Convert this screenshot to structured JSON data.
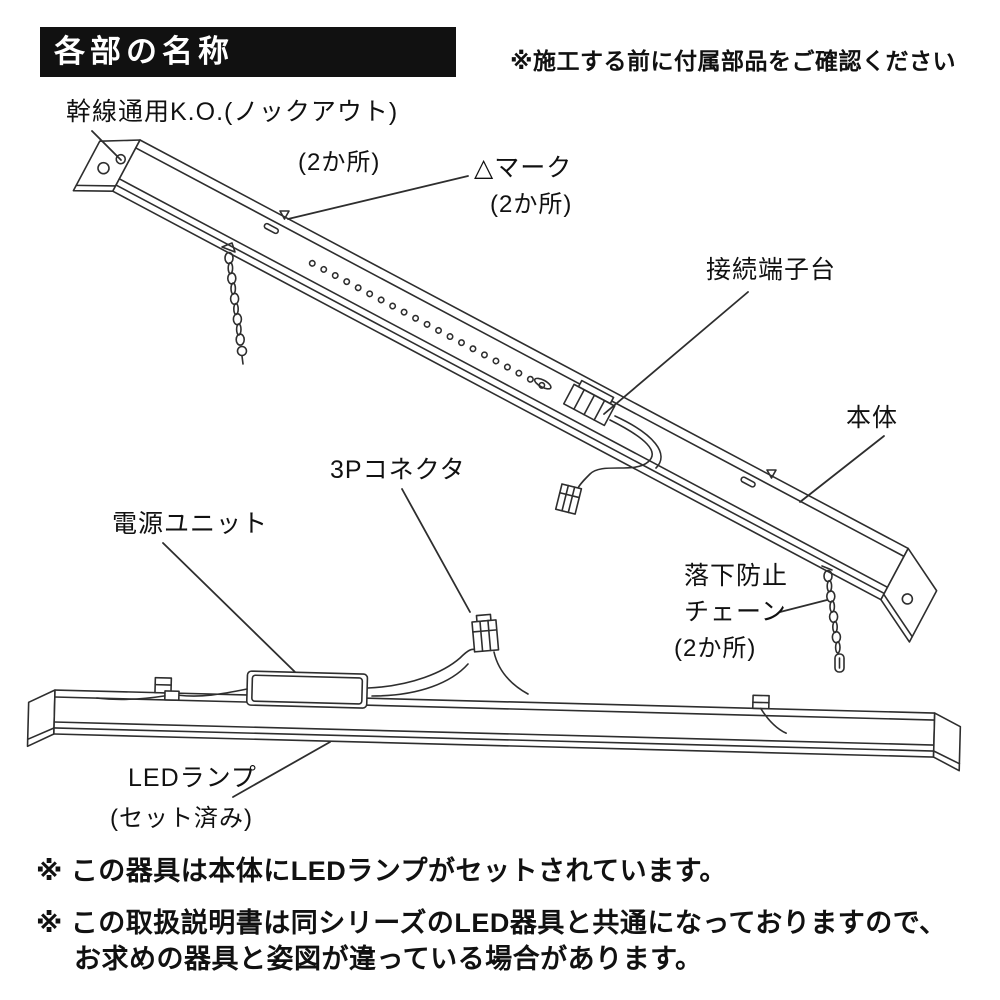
{
  "header": {
    "title": "各部の名称",
    "notice": "※施工する前に付属部品をご確認ください"
  },
  "labels": {
    "knockout": {
      "text": "幹線通用K.O.(ノックアウト)",
      "count": "(2か所)"
    },
    "triangle_mark": {
      "text": "△マーク",
      "count": "(2か所)"
    },
    "terminal_block": {
      "text": "接続端子台"
    },
    "body": {
      "text": "本体"
    },
    "connector_3p": {
      "text": "3Pコネクタ"
    },
    "power_unit": {
      "text": "電源ユニット"
    },
    "fall_prevention_chain": {
      "line1": "落下防止",
      "line2": "チェーン",
      "count": "(2か所)"
    },
    "led_lamp": {
      "text": "LEDランプ",
      "sub": "(セット済み)"
    }
  },
  "notes": [
    {
      "text": "※ この器具は本体にLEDランプがセットされています。"
    },
    {
      "text": "※ この取扱説明書は同シリーズのLED器具と共通になっておりますので、"
    },
    {
      "text": "お求めの器具と姿図が違っている場合があります。"
    }
  ],
  "colors": {
    "header_bg": "#111111",
    "header_text": "#ffffff",
    "line_color": "#2e2e2e",
    "text_color": "#111111"
  }
}
